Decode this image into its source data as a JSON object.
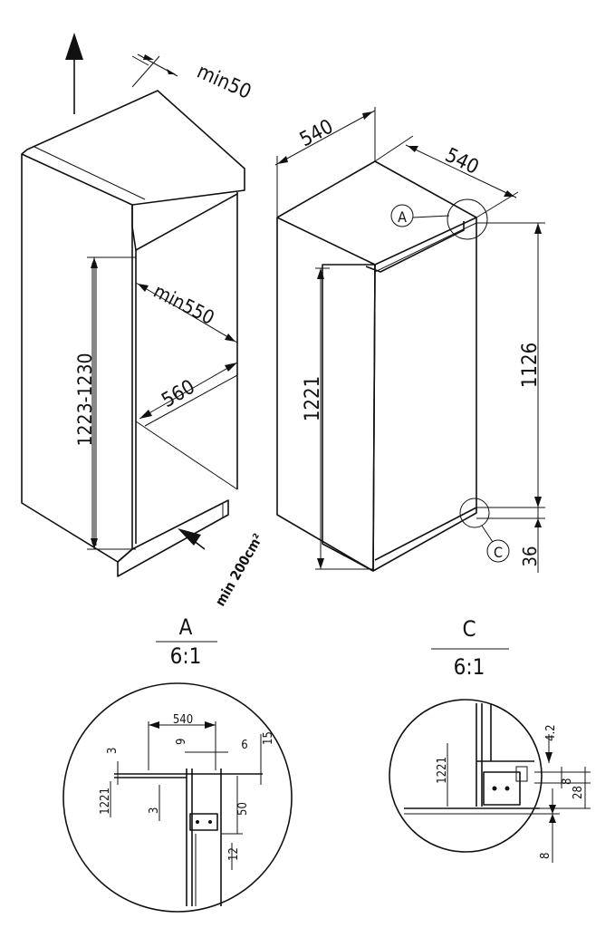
{
  "cabinet": {
    "vent_top": "min50",
    "depth_inside": "min550",
    "width_inside": "560",
    "niche_height": "1223-1230",
    "vent_bottom": "min 200cm²"
  },
  "appliance": {
    "width": "540",
    "depth": "540",
    "body_height": "1221",
    "door_height": "1126",
    "foot_height": "36",
    "callout_a": "A",
    "callout_c": "C"
  },
  "detail_a": {
    "title": "A",
    "scale": "6:1",
    "labels": {
      "w540": "540",
      "d9": "9",
      "d6": "6",
      "d15": "15",
      "d3top": "3",
      "d1221": "1221",
      "d3mid": "3",
      "d50": "50",
      "d12": "12"
    }
  },
  "detail_c": {
    "title": "C",
    "scale": "6:1",
    "labels": {
      "d42": "4.2",
      "d1221": "1221",
      "d8a": "8",
      "d28": "28",
      "d8b": "8"
    }
  }
}
